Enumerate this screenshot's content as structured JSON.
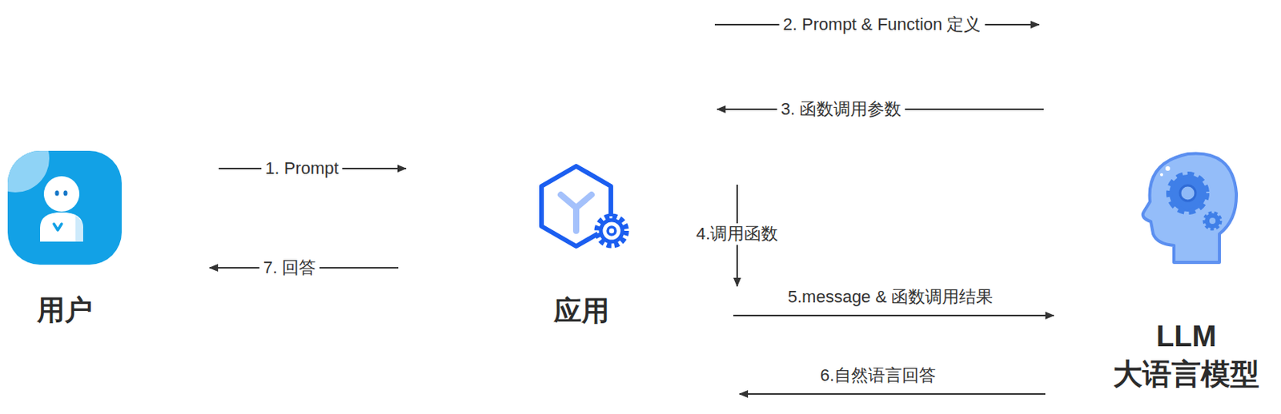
{
  "diagram": {
    "nodes": [
      {
        "text": [
          "用户"
        ]
      },
      {
        "text": [
          "应用"
        ]
      },
      {
        "text": [
          "LLM 大语言模型"
        ]
      }
    ],
    "edges": [
      {
        "from": 0,
        "to": 1,
        "label": "1. Prompt",
        "arrow": "to"
      },
      {
        "from": 1,
        "to": 2,
        "label": "2. Prompt & Function 定义",
        "arrow": "to"
      },
      {
        "from": 2,
        "to": 1,
        "label": "3. 函数调用参数",
        "arrow": "to"
      },
      {
        "from": 1,
        "to": 2,
        "label": "5.message & 函数调用结果",
        "arrow": "to"
      },
      {
        "from": 2,
        "to": 1,
        "label": "6.自然语言回答",
        "arrow": "to"
      },
      {
        "from": 1,
        "to": 0,
        "label": "7. 回答",
        "arrow": "to"
      }
    ],
    "labels": [
      "4.调用函数"
    ]
  }
}
